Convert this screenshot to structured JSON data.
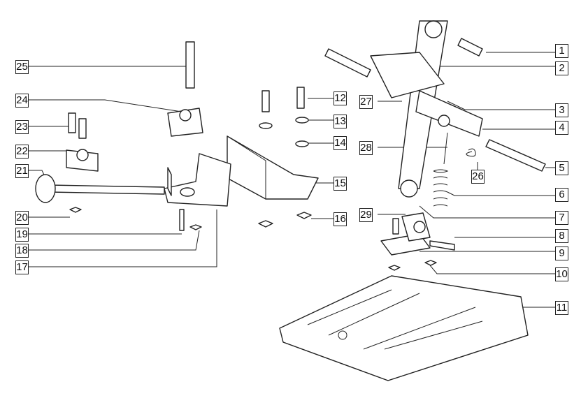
{
  "diagram": {
    "type": "exploded parts diagram",
    "labels": [
      "1",
      "2",
      "3",
      "4",
      "5",
      "6",
      "7",
      "8",
      "9",
      "10",
      "11",
      "12",
      "13",
      "14",
      "15",
      "16",
      "17",
      "18",
      "19",
      "20",
      "21",
      "22",
      "23",
      "24",
      "25",
      "26",
      "27",
      "28",
      "29"
    ]
  }
}
